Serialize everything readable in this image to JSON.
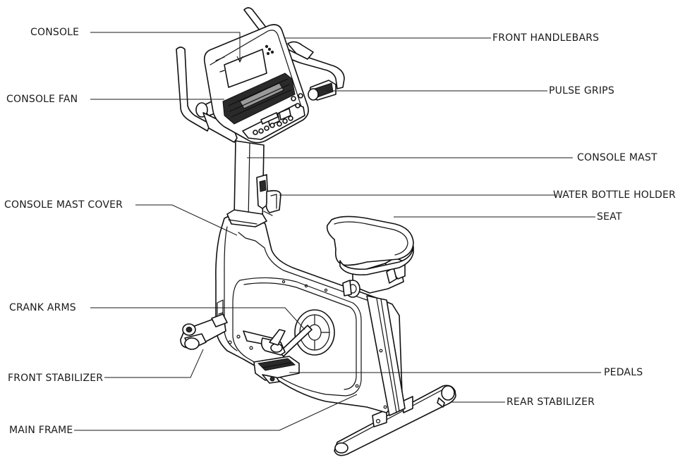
{
  "diagram": {
    "labels": {
      "console": "CONSOLE",
      "console_fan": "CONSOLE FAN",
      "console_mast_cover": "CONSOLE MAST COVER",
      "crank_arms": "CRANK ARMS",
      "front_stabilizer": "FRONT STABILIZER",
      "main_frame": "MAIN FRAME",
      "front_handlebars": "FRONT HANDLEBARS",
      "pulse_grips": "PULSE GRIPS",
      "console_mast": "CONSOLE MAST",
      "water_bottle_holder": "WATER BOTTLE HOLDER",
      "seat": "SEAT",
      "pedals": "PEDALS",
      "rear_stabilizer": "REAR STABILIZER"
    }
  }
}
